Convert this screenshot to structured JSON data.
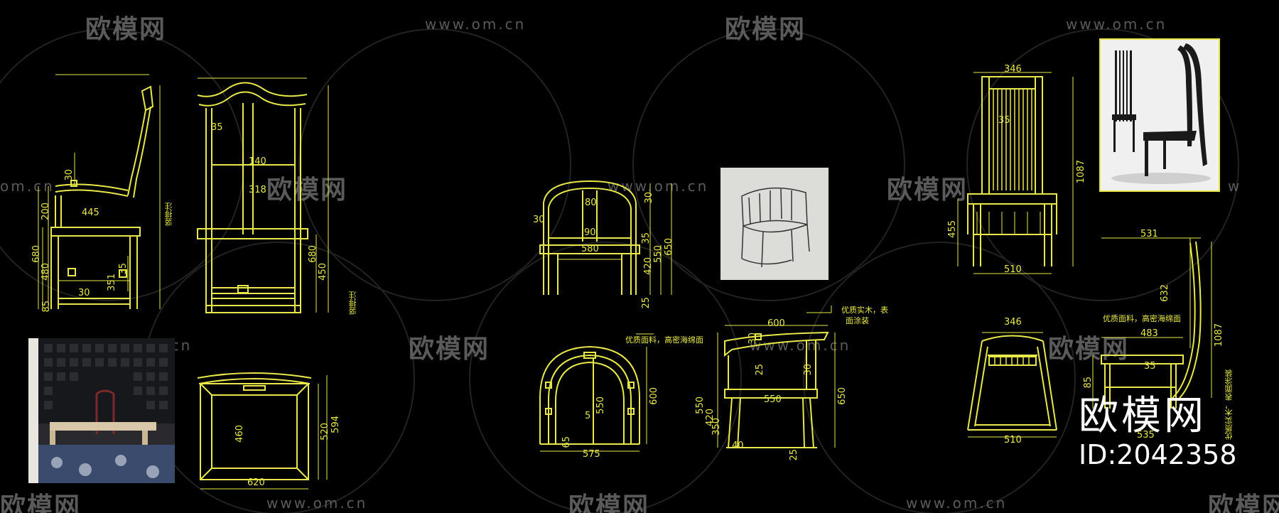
{
  "watermark": {
    "brand": "欧模网",
    "url": "www.om.cn",
    "url_fragment": "om.cn",
    "url_fragment2": "w"
  },
  "brand_block": {
    "title": "欧模网",
    "id": "ID:2042358"
  },
  "dimensions": {
    "yoke_side": [
      "30",
      "200",
      "445",
      "680",
      "480",
      "35",
      "351",
      "30",
      "85"
    ],
    "yoke_front": [
      "35",
      "140",
      "318",
      "680",
      "450"
    ],
    "yoke_plan": [
      "460",
      "520",
      "594",
      "620"
    ],
    "round_front": [
      "80",
      "30",
      "90",
      "580",
      "30",
      "35",
      "420",
      "550",
      "650",
      "25",
      "30"
    ],
    "round_plan": [
      "550",
      "600",
      "65",
      "5",
      "575"
    ],
    "round_side": [
      "600",
      "30",
      "25",
      "30",
      "550",
      "420",
      "350",
      "650",
      "40",
      "25",
      "550"
    ],
    "tall_front": [
      "346",
      "35",
      "1087",
      "455",
      "510"
    ],
    "tall_plan": [
      "346",
      "510"
    ],
    "tall_side": [
      "531",
      "632",
      "1087",
      "483",
      "35",
      "85",
      "535"
    ]
  },
  "notes": {
    "yoke_side_note": "竖排注",
    "yoke_front_note": "竖排注",
    "round_side_top": "优质实木，表",
    "round_side_top2": "面涂装",
    "round_plan_note": "优质面料，高密海绵面",
    "tall_side_note": "优质面料，高密海绵面",
    "tall_side_vertical": "优质实木，表面涂装"
  },
  "colors": {
    "line": "#e8e84a",
    "background": "#000000",
    "watermark": "#6a6a6a"
  }
}
